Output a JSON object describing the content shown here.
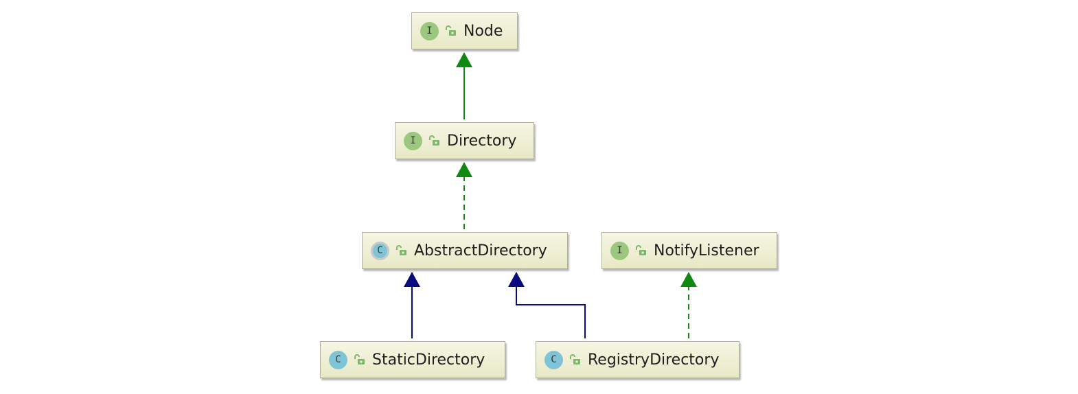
{
  "diagram": {
    "nodes": [
      {
        "id": "node",
        "label": "Node",
        "kind": "interface",
        "badge": "I",
        "icon": "public-access-icon"
      },
      {
        "id": "directory",
        "label": "Directory",
        "kind": "interface",
        "badge": "I",
        "icon": "public-access-icon"
      },
      {
        "id": "abstract_directory",
        "label": "AbstractDirectory",
        "kind": "abstract-class",
        "badge": "C",
        "icon": "public-access-icon"
      },
      {
        "id": "notify_listener",
        "label": "NotifyListener",
        "kind": "interface",
        "badge": "I",
        "icon": "public-access-icon"
      },
      {
        "id": "static_directory",
        "label": "StaticDirectory",
        "kind": "class",
        "badge": "C",
        "icon": "public-access-icon"
      },
      {
        "id": "registry_directory",
        "label": "RegistryDirectory",
        "kind": "class",
        "badge": "C",
        "icon": "public-access-icon"
      }
    ],
    "edges": [
      {
        "from": "directory",
        "to": "node",
        "type": "extends-interface"
      },
      {
        "from": "abstract_directory",
        "to": "directory",
        "type": "implements"
      },
      {
        "from": "static_directory",
        "to": "abstract_directory",
        "type": "extends-class"
      },
      {
        "from": "registry_directory",
        "to": "abstract_directory",
        "type": "extends-class"
      },
      {
        "from": "registry_directory",
        "to": "notify_listener",
        "type": "implements"
      }
    ],
    "colors": {
      "interface_edge": "#118811",
      "class_edge": "#0b0b80",
      "interface_badge": "#9cc77f",
      "class_badge": "#7fc3d6"
    }
  }
}
